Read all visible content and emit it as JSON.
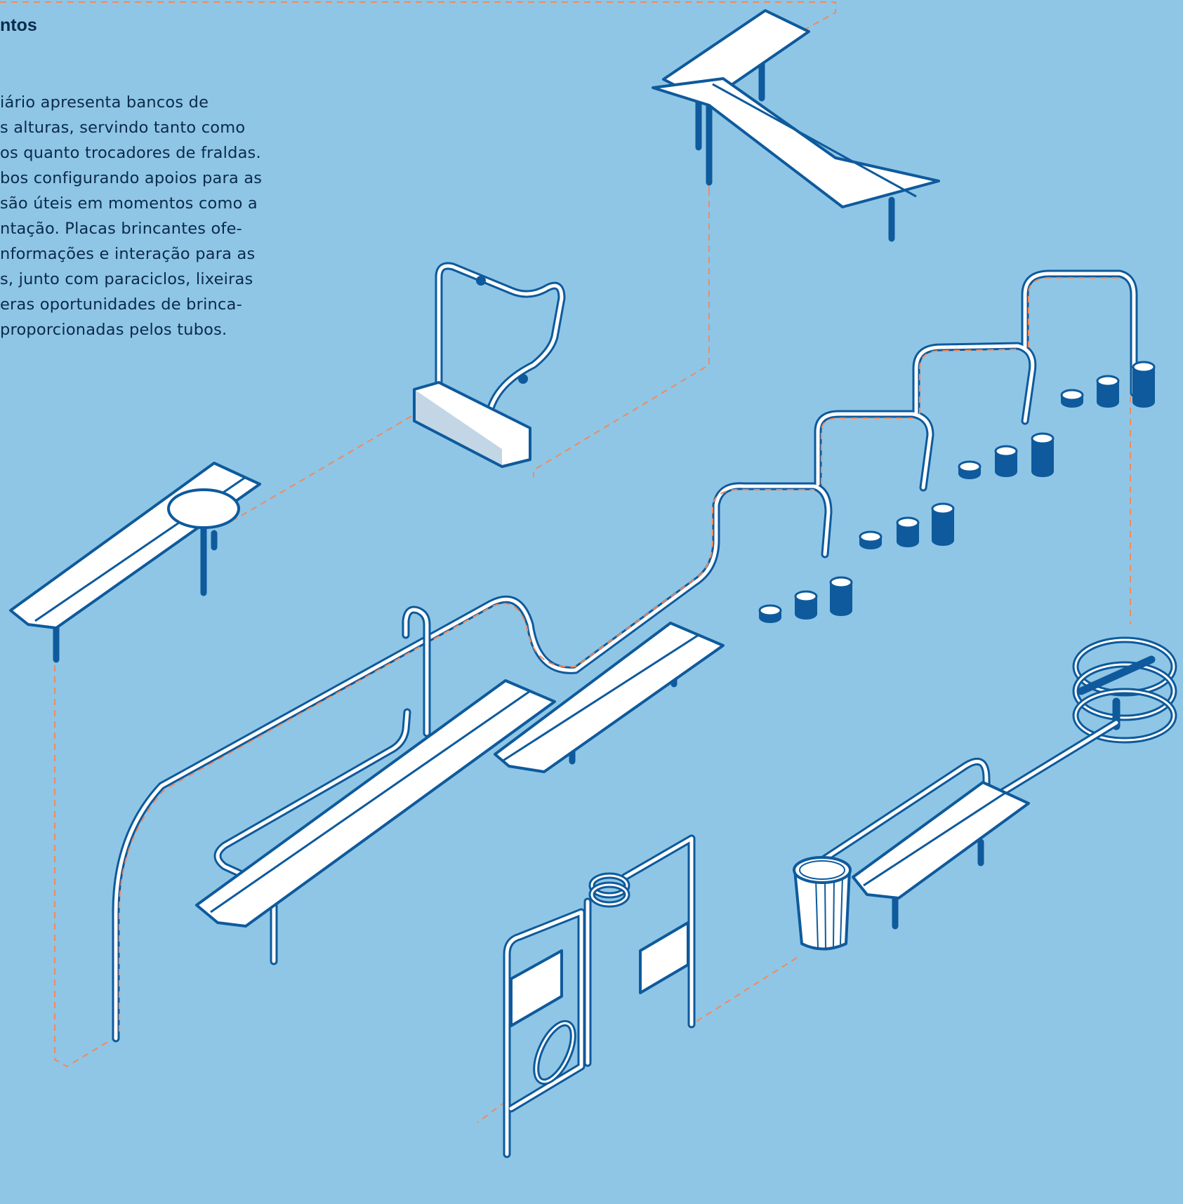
{
  "heading": "ntos",
  "paragraph": {
    "lines": [
      "iário apresenta bancos de",
      "s alturas, servindo tanto como",
      "os quanto trocadores de fraldas.",
      "bos configurando apoios para as",
      "são úteis em momentos como a",
      "ntação. Placas brincantes ofe-",
      "nformações e interação para as",
      "s, junto com paraciclos, lixeiras",
      "eras oportunidades de brinca-",
      "proporcionadas pelos tubos."
    ]
  },
  "colors": {
    "background": "#8fc6e6",
    "outline": "#0e5a9c",
    "fill": "#ffffff",
    "guide_line": "#f08a5d",
    "text": "#0b2a4a"
  }
}
